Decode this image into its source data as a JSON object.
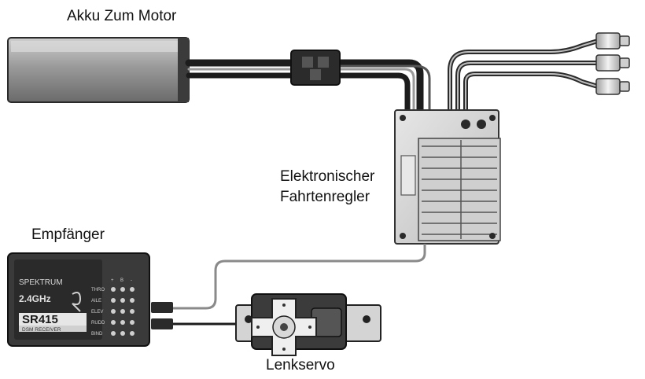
{
  "labels": {
    "battery": "Akku Zum Motor",
    "esc_line1": "Elektronischer",
    "esc_line2": "Fahrtenregler",
    "receiver": "Empfänger",
    "servo": "Lenkservo"
  },
  "receiver": {
    "brand": "SPEKTRUM",
    "band": "2.4GHz",
    "model": "SR415",
    "subtitle": "DSM RECEIVER",
    "channels": [
      "THRO",
      "AILE",
      "ELEV",
      "RUDD",
      "BIND"
    ],
    "pin_header": [
      "+",
      "B",
      "-"
    ]
  },
  "colors": {
    "wire_black": "#1c1c1c",
    "wire_grey": "#8a8a8a",
    "body_dark": "#3a3a3a",
    "body_light": "#d8d8d8"
  }
}
